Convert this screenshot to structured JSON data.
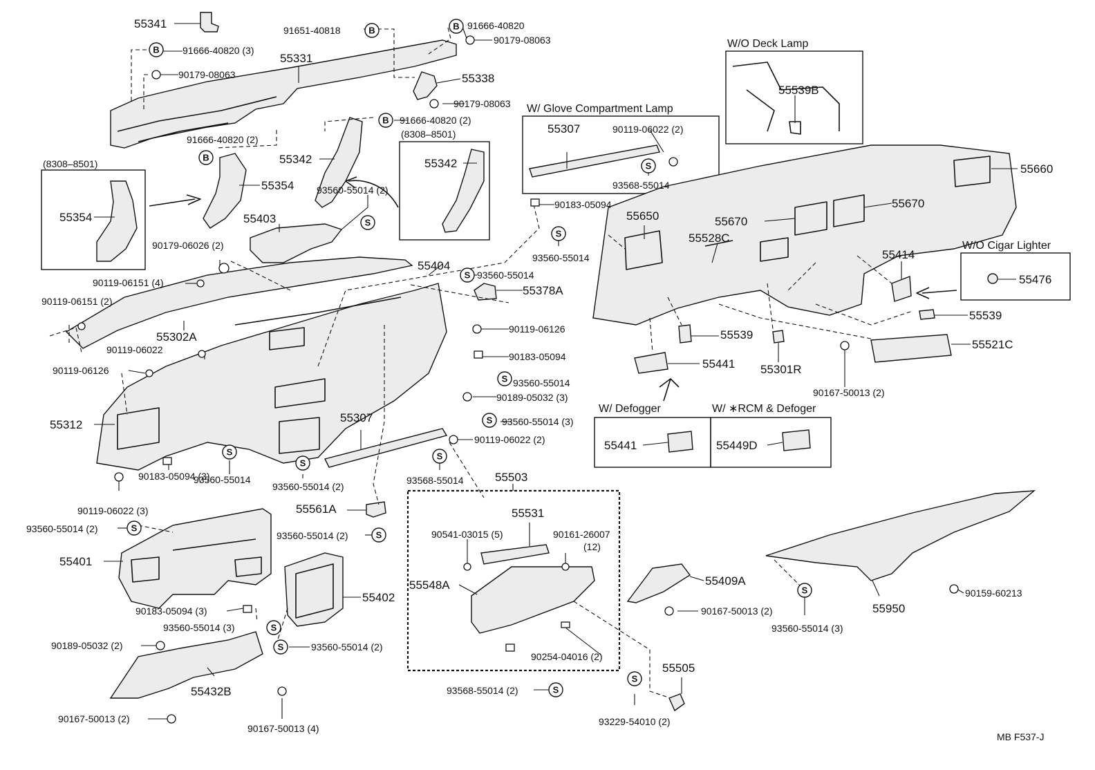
{
  "texts": {
    "t55341": "55341",
    "t91651_40818": "91651-40818",
    "t91666_40820_top": "91666-40820",
    "t90179_08063_top": "90179-08063",
    "t91666_40820_3": "91666-40820 (3)",
    "t90179_08063_left": "90179-08063",
    "t55331": "55331",
    "t55338": "55338",
    "t90179_08063_mid": "90179-08063",
    "t91666_40820_2a": "91666-40820 (2)",
    "t8308_8501_a": "(8308–8501)",
    "t91666_40820_2b": "91666-40820 (2)",
    "t8308_8501_b": "(8308–8501)",
    "t55354_box": "55354",
    "t55354": "55354",
    "t55342": "55342",
    "t55342_box": "55342",
    "t55403": "55403",
    "t93560_55014_2a": "93560-55014 (2)",
    "t90179_06026": "90179-06026 (2)",
    "t90119_06151_4": "90119-06151 (4)",
    "t90119_06151_2": "90119-06151 (2)",
    "t55302A": "55302A",
    "t90119_06022_a": "90119-06022",
    "t90119_06126_a": "90119-06126",
    "t55312": "55312",
    "t90183_05094_3a": "90183-05094 (3)",
    "t90119_06022_3": "90119-06022 (3)",
    "t93560_55014_a": "93560-55014",
    "t93560_55014_2b": "93560-55014 (2)",
    "t55404": "55404",
    "t93560_55014_b": "93560-55014",
    "t55378A": "55378A",
    "t90183_05094_a": "90183-05094",
    "t93560_55014_c": "93560-55014",
    "t90119_06126_b": "90119-06126",
    "t90183_05094_b": "90183-05094",
    "t93560_55014_d": "93560-55014",
    "t90189_05032_3": "90189-05032 (3)",
    "t93560_55014_3a": "93560-55014 (3)",
    "t55307_main": "55307",
    "t90119_06022_2": "90119-06022 (2)",
    "t93568_55014": "93568-55014",
    "hdr_glove": "W/ Glove Compartment Lamp",
    "t55307_box": "55307",
    "t90119_06022_2b": "90119-06022 (2)",
    "t93568_55014_box": "93568-55014",
    "hdr_deck": "W/O Deck Lamp",
    "t55539B": "55539B",
    "t55660": "55660",
    "t55670_a": "55670",
    "t55670_b": "55670",
    "t55650": "55650",
    "t55528C": "55528C",
    "t55414": "55414",
    "hdr_cigar": "W/O Cigar Lighter",
    "t55476": "55476",
    "t55539": "55539",
    "t55539_b": "55539",
    "t55441": "55441",
    "t55301R": "55301R",
    "t90167_50013_2a": "90167-50013 (2)",
    "t55521C": "55521C",
    "hdr_defog": "W/ Defogger",
    "hdr_rcm": "W/ ∗RCM & Defoger",
    "t55441_box": "55441",
    "t55449D": "55449D",
    "t55503": "55503",
    "t55531": "55531",
    "t90541_03015": "90541-03015 (5)",
    "t90161_26007": "90161-26007",
    "t90161_12": "(12)",
    "t55548A": "55548A",
    "t90254_04016": "90254-04016 (2)",
    "t93568_55014_2": "93568-55014 (2)",
    "t55561A": "55561A",
    "t93560_55014_2c": "93560-55014 (2)",
    "t93560_55014_2d": "93560-55014 (2)",
    "t55401": "55401",
    "t90183_05094_3b": "90183-05094 (3)",
    "t93560_55014_3b": "93560-55014 (3)",
    "t55402": "55402",
    "t93560_55014_2e": "93560-55014 (2)",
    "t90189_05032_2": "90189-05032 (2)",
    "t55432B": "55432B",
    "t90167_50013_2b": "90167-50013 (2)",
    "t90167_50013_4": "90167-50013 (4)",
    "t55409A": "55409A",
    "t90167_50013_2c": "90167-50013 (2)",
    "t93560_55014_3c": "93560-55014 (3)",
    "t55950": "55950",
    "t90159_60213": "90159-60213",
    "t55505": "55505",
    "t93229_54010": "93229-54010 (2)",
    "t_footer": "MB  F537-J"
  },
  "symbols": {
    "b_letter": "B",
    "s_letter": "S"
  }
}
